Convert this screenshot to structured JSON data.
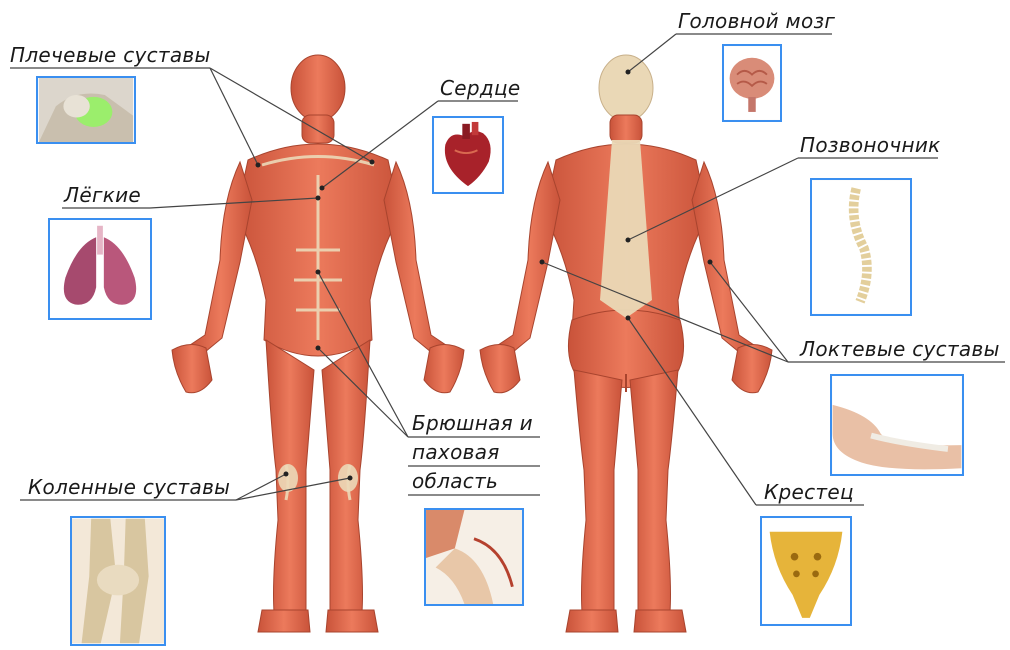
{
  "labels": {
    "shoulder": "Плечевые суставы",
    "heart": "Сердце",
    "lungs": "Лёгкие",
    "brain": "Головной мозг",
    "spine": "Позвоночник",
    "elbow": "Локтевые суставы",
    "abdomen_line1": "Брюшная и",
    "abdomen_line2": "паховая",
    "abdomen_line3": "область",
    "knee": "Коленные суставы",
    "sacrum": "Крестец"
  },
  "icons": {
    "shoulder": "shoulder-joint-icon",
    "heart": "heart-icon",
    "lungs": "lungs-icon",
    "brain": "brain-icon",
    "spine": "spine-icon",
    "elbow": "elbow-icon",
    "abdomen": "groin-anatomy-icon",
    "knee": "knee-joint-icon",
    "sacrum": "sacrum-icon"
  },
  "colors": {
    "muscle": "#e06a4c",
    "muscle_dark": "#b94a32",
    "tendon": "#ecd9b8",
    "frame": "#3a8ff0",
    "line": "#444444"
  }
}
